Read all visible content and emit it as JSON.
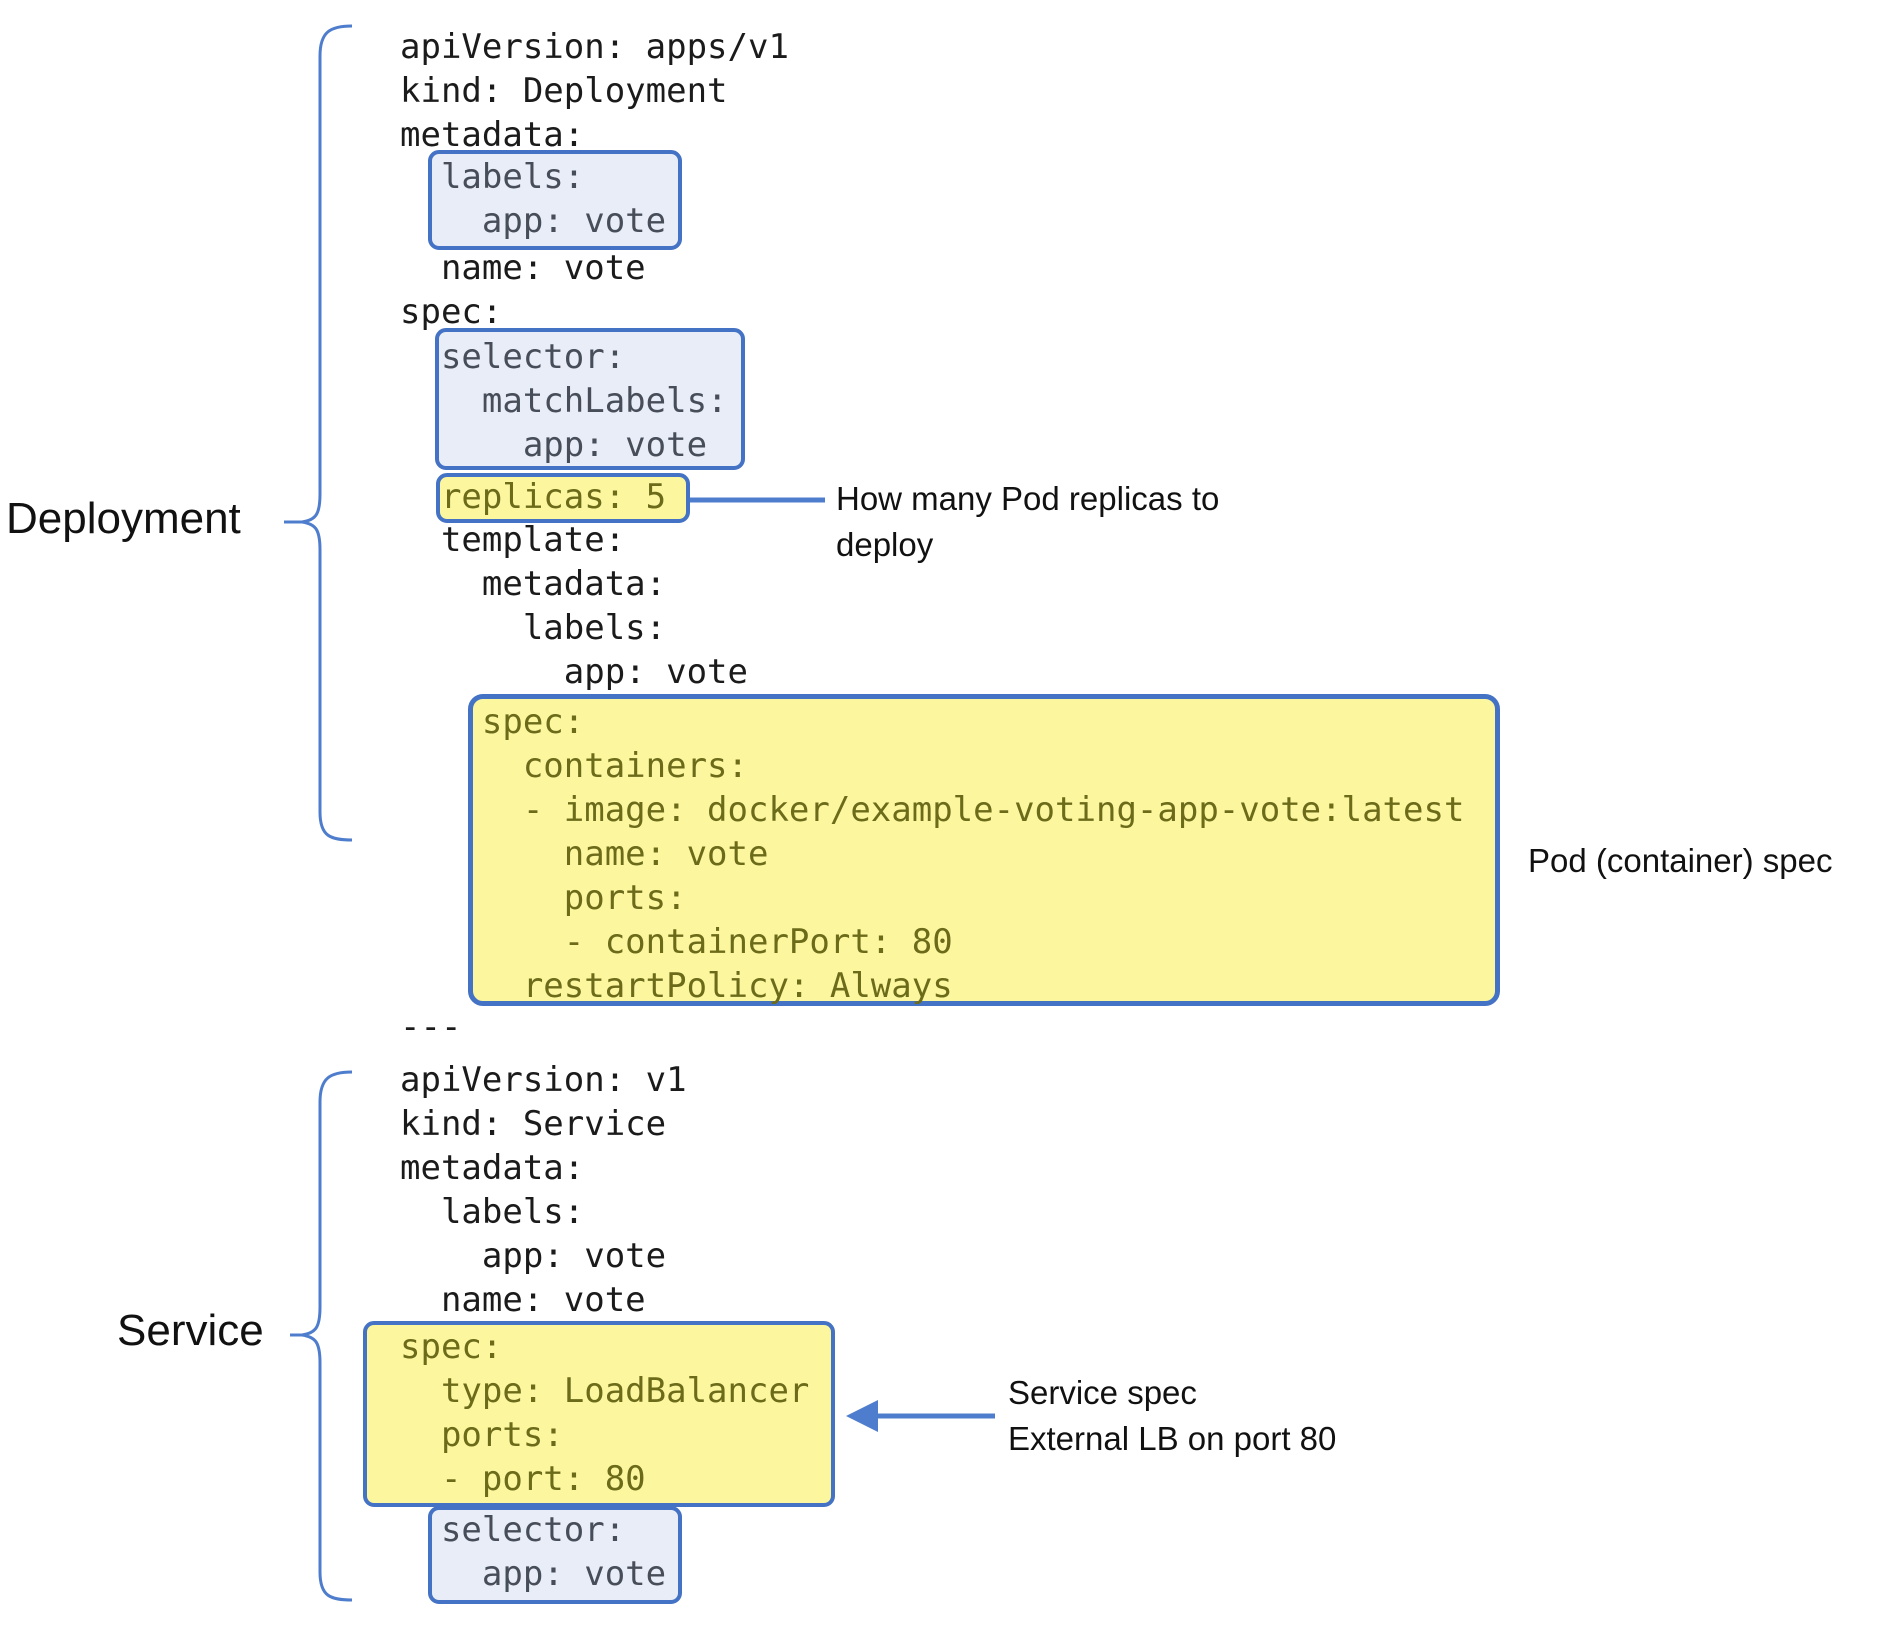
{
  "labels": {
    "deployment": "Deployment",
    "service": "Service"
  },
  "deployment_yaml": {
    "head": "apiVersion: apps/v1\nkind: Deployment\nmetadata:",
    "labels_box": "  labels:\n    app: vote",
    "mid": "  name: vote\nspec:",
    "selector_box": "  selector:\n    matchLabels:\n      app: vote",
    "replicas_box": "  replicas: 5",
    "template_head": "  template:\n    metadata:\n      labels:\n        app: vote",
    "pod_spec_box": "    spec:\n      containers:\n      - image: docker/example-voting-app-vote:latest\n        name: vote\n        ports:\n        - containerPort: 80\n      restartPolicy: Always"
  },
  "separator": "---",
  "service_yaml": {
    "head": "apiVersion: v1\nkind: Service\nmetadata:\n  labels:\n    app: vote\n  name: vote",
    "spec_box": "spec:\n  type: LoadBalancer\n  ports:\n  - port: 80",
    "selector_box": "  selector:\n    app: vote"
  },
  "annotations": {
    "replicas": "How many Pod replicas to\ndeploy",
    "pod_spec": "Pod (container) spec",
    "service_spec": "Service spec\nExternal LB on port 80"
  },
  "colors": {
    "box_border": "#4472c4",
    "blue_box_fill": "#e9edf8",
    "yellow_box_fill": "#fcf69e",
    "yellow_box_text": "#6b6b1a",
    "blue_box_text": "#474e5a",
    "code_text": "#1b1b1b",
    "connector": "#4f7dcd"
  }
}
